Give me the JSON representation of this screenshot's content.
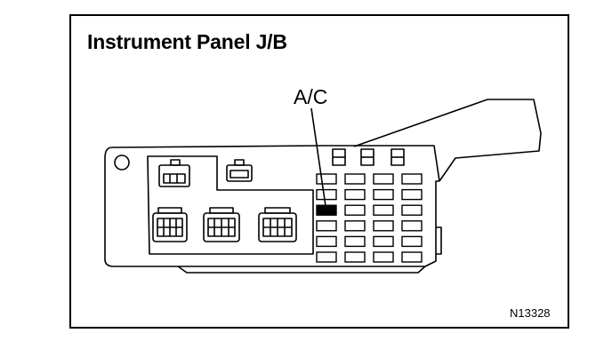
{
  "title": "Instrument Panel J/B",
  "callout": {
    "label": "A/C"
  },
  "figure_code": "N13328",
  "colors": {
    "line": "#000000",
    "background": "#ffffff"
  },
  "fuse_grid": {
    "columns": 4,
    "rows": 6,
    "highlighted": {
      "row": 2,
      "col": 0
    }
  }
}
